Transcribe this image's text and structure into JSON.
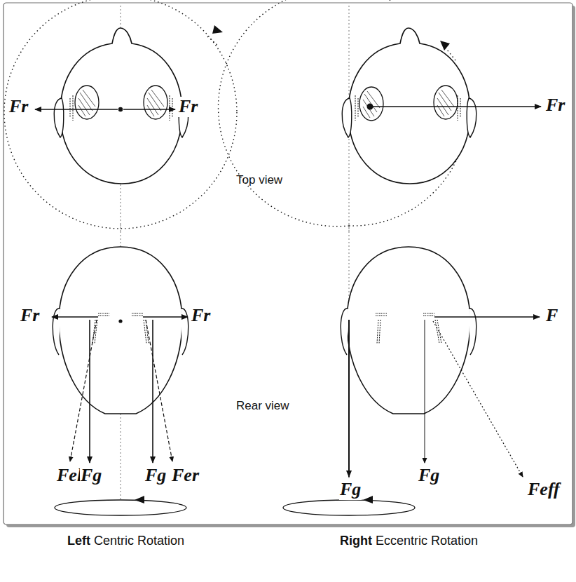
{
  "diagram": {
    "labels": [
      "Fr",
      "Fr",
      "Fr",
      "Top view",
      "Fr",
      "Fr",
      "Fel",
      "Fg",
      "Fg",
      "Fer",
      "F",
      "Rear view",
      "Fg",
      "Fg",
      "Feff",
      "Left",
      "Centric Rotation",
      "Right",
      "Eccentric Rotation"
    ]
  }
}
